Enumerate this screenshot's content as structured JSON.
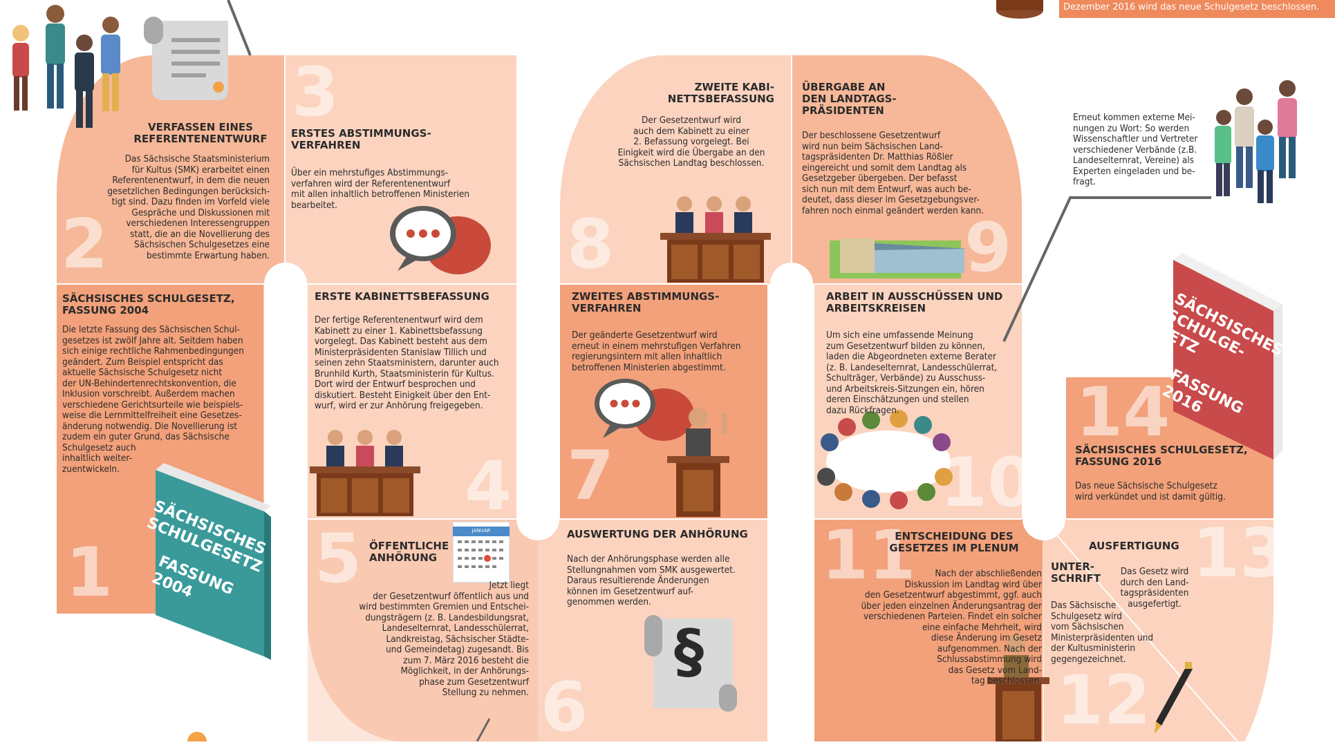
{
  "banner": {
    "text": "Dezember 2016 wird das neue Schulgesetz beschlossen."
  },
  "colors": {
    "dark": "#f2a17a",
    "light": "#fbd3bf",
    "mid": "#f6b898",
    "accent": "#e85f2c",
    "bg": "#ffffff"
  },
  "steps": [
    {
      "number": "1",
      "title": "SÄCHSISCHES SCHULGESETZ,\nFASSUNG 2004",
      "text": "Die letzte Fassung des Sächsischen Schul-\ngesetzes ist zwölf Jahre alt. Seitdem haben\nsich einige rechtliche Rahmenbedingungen\ngeändert. Zum Beispiel entspricht das\naktuelle Sächsische Schulgesetz nicht\nder UN-Behindertenrechtskonvention, die\nInklusion vorschreibt. Außerdem machen\nverschiedene Gerichtsurteile wie beispiels-\nweise die Lernmittelfreiheit eine Gesetzes-\nänderung notwendig. Die Novellierung ist\nzudem ein guter Grund, das Sächsische\nSchulgesetz auch\ninhaltlich weiter-\nzuentwickeln."
    },
    {
      "number": "2",
      "title": "VERFASSEN EINES\nREFERENTENENTWURF",
      "text": "Das Sächsische Staatsministerium\nfür Kultus (SMK) erarbeitet einen\nReferentenentwurf, in dem die neuen\ngesetzlichen Bedingungen berücksich-\ntigt sind. Dazu finden im Vorfeld viele\nGespräche und Diskussionen mit\nverschiedenen Interessengruppen\nstatt, die an die Novellierung des\nSächsischen Schulgesetzes eine\nbestimmte Erwartung haben."
    },
    {
      "number": "3",
      "title": "ERSTES ABSTIMMUNGS-\nVERFAHREN",
      "text": "Über ein mehrstufiges Abstimmungs-\nverfahren wird der Referentenentwurf\nmit allen inhaltlich betroffenen Ministerien\nbearbeitet."
    },
    {
      "number": "4",
      "title": "ERSTE KABINETTSBEFASSUNG",
      "text": "Der fertige Referentenentwurf wird dem\nKabinett zu einer 1. Kabinettsbefassung\nvorgelegt. Das Kabinett besteht aus dem\nMinisterpräsidenten Stanislaw Tillich und\nseinen zehn Staatsministern, darunter auch\nBrunhild Kurth, Staatsministerin für Kultus.\nDort wird der Entwurf besprochen und\ndiskutiert. Besteht Einigkeit über den Ent-\nwurf, wird er zur Anhörung freigegeben."
    },
    {
      "number": "5",
      "title": "ÖFFENTLICHE\nANHÖRUNG",
      "text": "Jetzt liegt\nder Gesetzentwurf öffentlich aus und\nwird bestimmten Gremien und Entschei-\ndungsträgern (z. B. Landesbildungsrat,\nLandeselternrat, Landesschülerrat,\nLandkreistag, Sächsischer Städte-\nund Gemeindetag) zugesandt. Bis\nzum 7. März 2016 besteht die\nMöglichkeit, in der Anhörungs-\nphase zum Gesetzentwurf\nStellung zu nehmen."
    },
    {
      "number": "6",
      "title": "AUSWERTUNG DER ANHÖRUNG",
      "text": "Nach der Anhörungsphase werden alle\nStellungnahmen vom SMK ausgewertet.\nDaraus resultierende Änderungen\nkönnen im Gesetzentwurf auf-\ngenommen werden."
    },
    {
      "number": "7",
      "title": "ZWEITES ABSTIMMUNGS-\nVERFAHREN",
      "text": "Der geänderte Gesetzentwurf wird\nerneut in einem mehrstufigen Verfahren\nregierungsintern mit allen inhaltlich\nbetroffenen Ministerien abgestimmt."
    },
    {
      "number": "8",
      "title": "ZWEITE KABI-\nNETTSBEFASSUNG",
      "text": "Der Gesetzentwurf wird\nauch dem Kabinett zu einer\n2. Befassung vorgelegt. Bei\nEinigkeit wird die Übergabe an den\nSächsischen Landtag beschlossen."
    },
    {
      "number": "9",
      "title": "ÜBERGABE AN\nDEN LANDTAGS-\nPRÄSIDENTEN",
      "text": "Der beschlossene Gesetzentwurf\nwird nun beim Sächsischen Land-\ntagspräsidenten Dr. Matthias Rößler\neingereicht und somit dem Landtag als\nGesetzgeber übergeben. Der befasst\nsich nun mit dem Entwurf, was auch be-\ndeutet, dass dieser im Gesetzgebungsver-\nfahren noch einmal geändert werden kann."
    },
    {
      "number": "10",
      "title": "ARBEIT IN AUSSCHÜSSEN UND\nARBEITSKREISEN",
      "text": "Um sich eine umfassende Meinung\nzum Gesetzentwurf bilden zu können,\nladen die Abgeordneten externe Berater\n(z. B. Landeselternrat, Landesschülerrat,\nSchulträger, Verbände) zu Ausschuss-\nund Arbeitskreis-Sitzungen ein, hören\nderen Einschätzungen und stellen\ndazu Rückfragen."
    },
    {
      "number": "11",
      "title": "ENTSCHEIDUNG DES\nGESETZES IM PLENUM",
      "text": "Nach der abschließenden\nDiskussion im Landtag wird über\nden Gesetzentwurf abgestimmt, ggf. auch\nüber jeden einzelnen Änderungsantrag der\nverschiedenen Parteien. Findet ein solcher\neine einfache Mehrheit, wird\ndiese Änderung im Gesetz\naufgenommen. Nach der\nSchlussabstimmung wird\ndas Gesetz vom Land-\ntag beschlossen."
    },
    {
      "number": "12",
      "title": "UNTER-\nSCHRIFT",
      "text": "Das Sächsische\nSchulgesetz wird\nvom Sächsischen\nMinisterpräsidenten und\nder Kultusministerin\ngegengezeichnet."
    },
    {
      "number": "13",
      "title": "AUSFERTIGUNG",
      "text": "Das Gesetz wird\ndurch den Land-\ntagspräsidenten\nausgefertigt."
    },
    {
      "number": "14",
      "title": "SÄCHSISCHES SCHULGESETZ,\nFASSUNG 2016",
      "text": "Das neue Sächsische Schulgesetz\nwird verkündet und ist damit gültig."
    }
  ],
  "callout": {
    "text": "Erneut kommen externe Mei-\nnungen zu Wort: So werden\nWissenschaftler und Vertreter\nverschiedener Verbände (z.B.\nLandeselternrat, Vereine) als\nExperten eingeladen und be-\nfragt."
  },
  "book_2004": {
    "line1": "SÄCHSISCHES\nSCHULGESETZ",
    "line2": "FASSUNG\n2004"
  },
  "book_2016": {
    "line1": "SÄCHSISCHES\nSCHULGE-\nSETZ",
    "line2": "FASSUNG\n2016"
  },
  "calendar": {
    "month": "JANUAR"
  },
  "icons": [
    "people-group-icon",
    "scroll-icon",
    "speech-bubble-icon",
    "cabinet-icon",
    "calendar-icon",
    "paragraph-scroll-icon",
    "speaker-podium-icon",
    "parliament-building-icon",
    "round-table-icon",
    "pen-icon",
    "book-icon",
    "gavel-icon"
  ]
}
